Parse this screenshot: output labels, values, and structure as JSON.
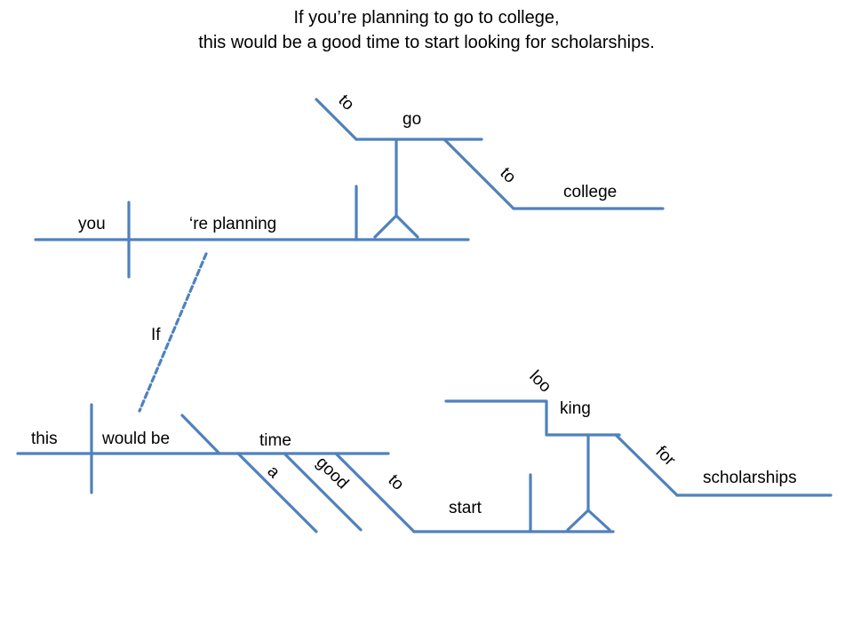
{
  "title": {
    "line1": "If you’re planning to go to college,",
    "line2": "this would be a good time to start looking for scholarships."
  },
  "words": {
    "you": "you",
    "re_planning": "‘re planning",
    "to_1": "to",
    "go": "go",
    "to_2": "to",
    "college": "college",
    "if": "If",
    "this": "this",
    "would_be": "would be",
    "time": "time",
    "a": "a",
    "good": "good",
    "to_3": "to",
    "start": "start",
    "loo": "loo",
    "king": "king",
    "for": "for",
    "scholarships": "scholarships"
  },
  "colors": {
    "line": "#4f81bd",
    "text": "#000000"
  }
}
